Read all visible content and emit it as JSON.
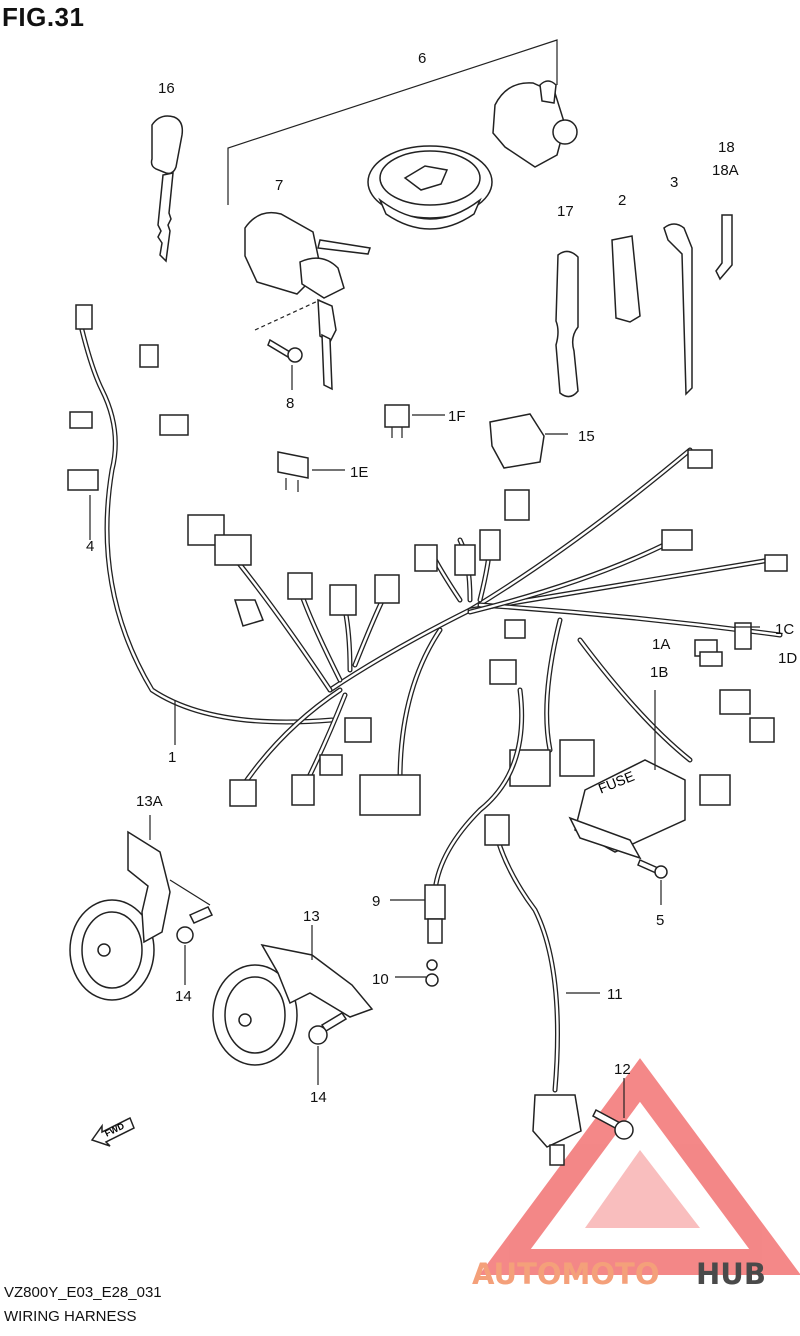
{
  "figure": {
    "title": "FIG.31"
  },
  "footer": {
    "code": "VZ800Y_E03_E28_031",
    "caption": "WIRING HARNESS"
  },
  "watermark": {
    "text_a": "AUTOMOTO",
    "text_b": "HUB",
    "color_a": "#f4a07a",
    "color_b": "#4a4a4a",
    "logo_color": "#f06060"
  },
  "fwd": "FWD",
  "fuse_text": "FUSE",
  "callouts": [
    {
      "id": "16",
      "text": "16"
    },
    {
      "id": "6",
      "text": "6"
    },
    {
      "id": "7",
      "text": "7"
    },
    {
      "id": "8",
      "text": "8"
    },
    {
      "id": "18",
      "text": "18"
    },
    {
      "id": "18A",
      "text": "18A"
    },
    {
      "id": "3",
      "text": "3"
    },
    {
      "id": "2",
      "text": "2"
    },
    {
      "id": "17",
      "text": "17"
    },
    {
      "id": "1F",
      "text": "1F"
    },
    {
      "id": "15",
      "text": "15"
    },
    {
      "id": "1E",
      "text": "1E"
    },
    {
      "id": "4",
      "text": "4"
    },
    {
      "id": "1C",
      "text": "1C"
    },
    {
      "id": "1D",
      "text": "1D"
    },
    {
      "id": "1A",
      "text": "1A"
    },
    {
      "id": "1B",
      "text": "1B"
    },
    {
      "id": "1",
      "text": "1"
    },
    {
      "id": "13A",
      "text": "13A"
    },
    {
      "id": "9",
      "text": "9"
    },
    {
      "id": "5",
      "text": "5"
    },
    {
      "id": "13",
      "text": "13"
    },
    {
      "id": "10",
      "text": "10"
    },
    {
      "id": "11",
      "text": "11"
    },
    {
      "id": "14a",
      "text": "14"
    },
    {
      "id": "14b",
      "text": "14"
    },
    {
      "id": "12",
      "text": "12"
    }
  ]
}
